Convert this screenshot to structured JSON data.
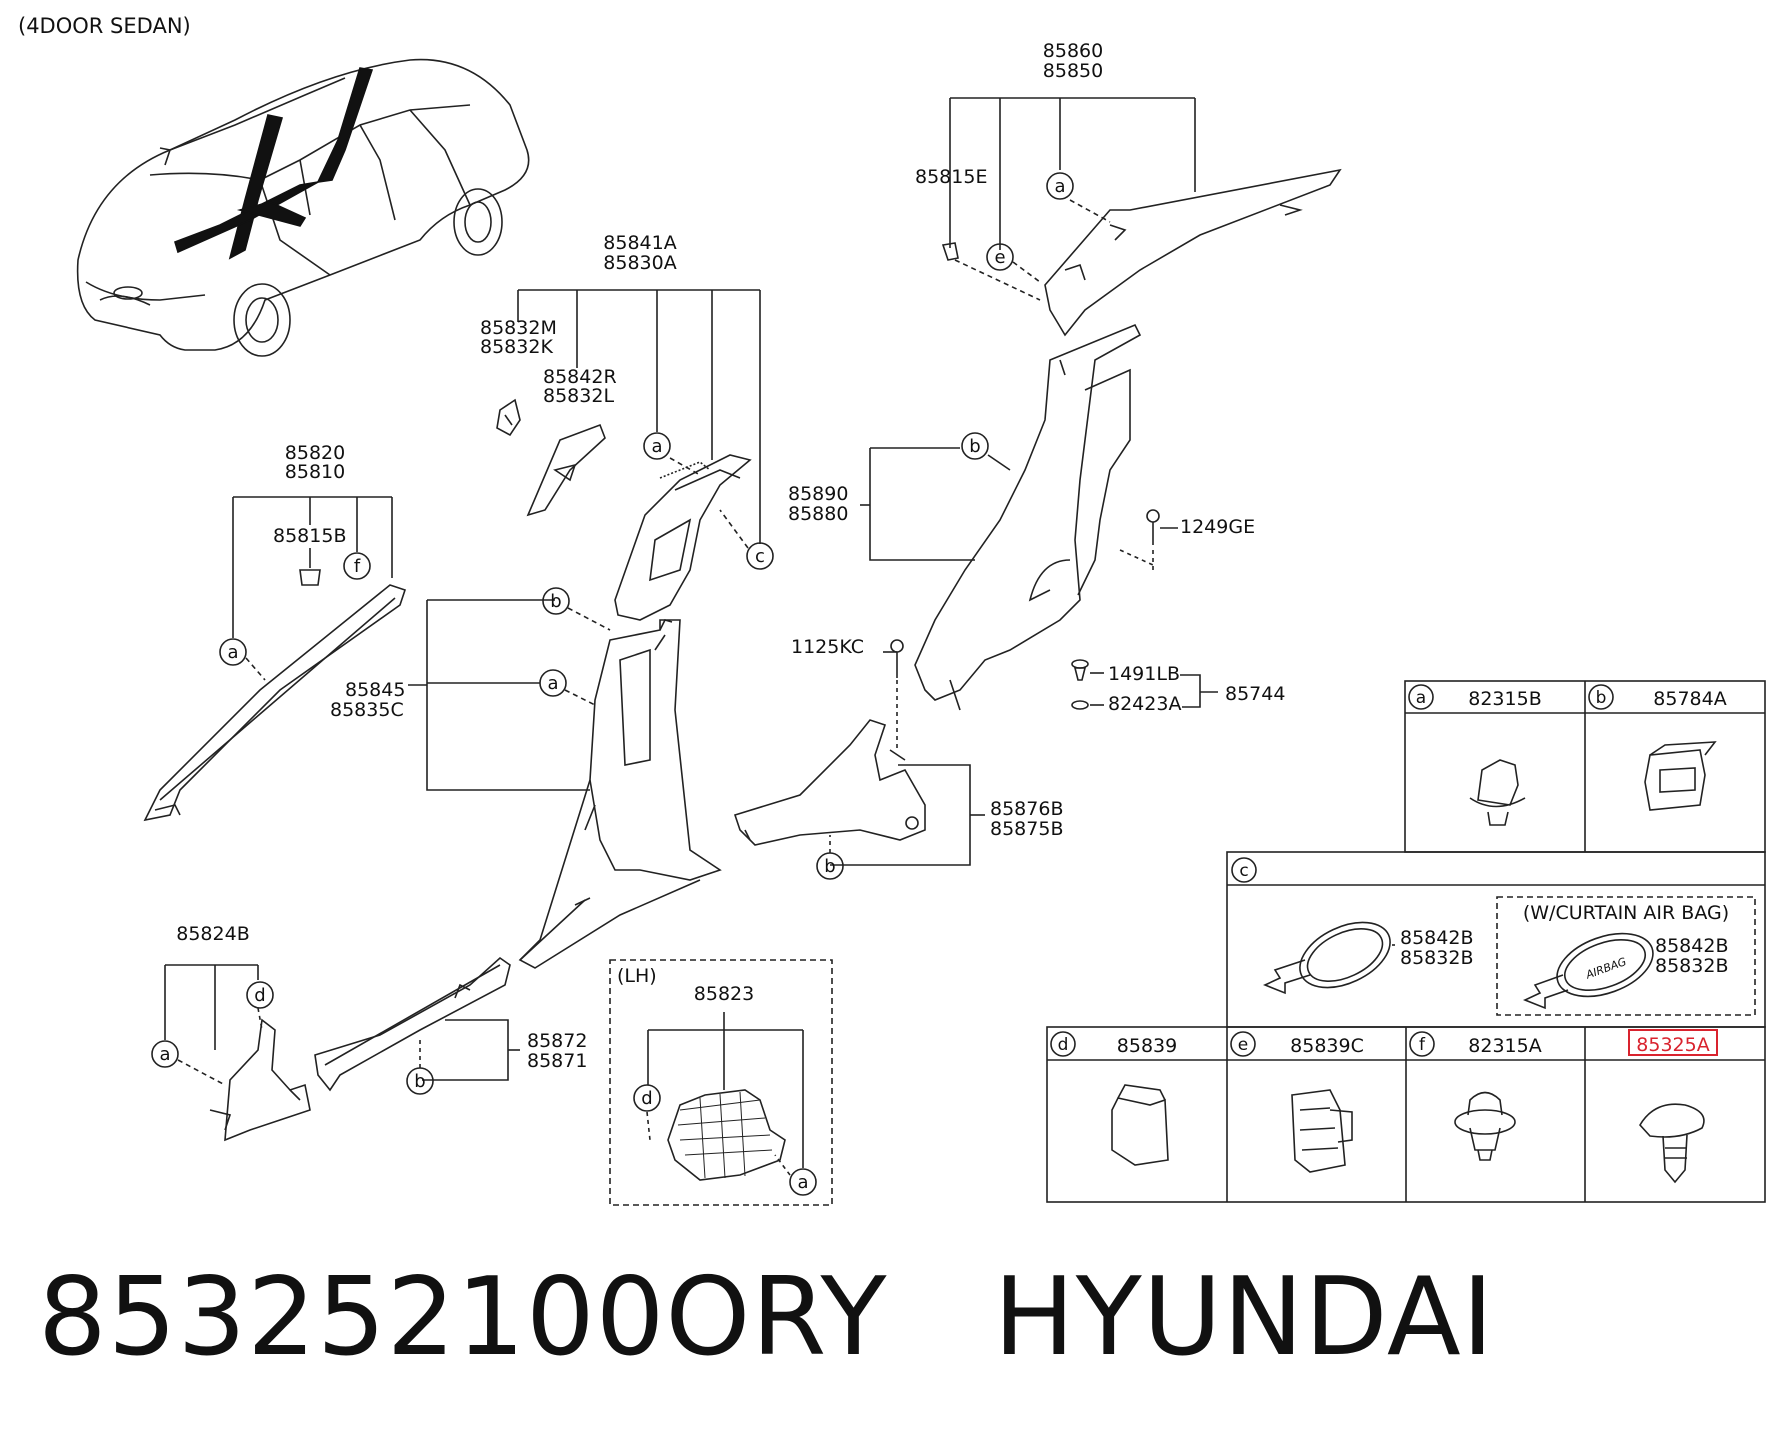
{
  "header": {
    "variant": "(4DOOR SEDAN)"
  },
  "footer": {
    "part_number": "853252100ORY",
    "brand": "HYUNDAI"
  },
  "labels": {
    "l85860": "85860",
    "l85850": "85850",
    "l85815E": "85815E",
    "l85841A": "85841A",
    "l85830A": "85830A",
    "l85832M": "85832M",
    "l85832K": "85832K",
    "l85842R": "85842R",
    "l85832L": "85832L",
    "l85820": "85820",
    "l85810": "85810",
    "l85815B": "85815B",
    "l85890": "85890",
    "l85880": "85880",
    "l1249GE": "1249GE",
    "l1125KC": "1125KC",
    "l1491LB": "1491LB",
    "l82423A": "82423A",
    "l85744": "85744",
    "l85845": "85845",
    "l85835C": "85835C",
    "l85876B": "85876B",
    "l85875B": "85875B",
    "l85824B": "85824B",
    "l85872": "85872",
    "l85871": "85871",
    "lh_title": "(LH)",
    "l85823": "85823"
  },
  "callouts": {
    "a": "a",
    "b": "b",
    "c": "c",
    "d": "d",
    "e": "e",
    "f": "f"
  },
  "table": {
    "a": "82315B",
    "b": "85784A",
    "c_label": "c",
    "c_part1": "85842B",
    "c_part2": "85832B",
    "airbag_title": "(W/CURTAIN AIR BAG)",
    "c_airbag_part1": "85842B",
    "c_airbag_part2": "85832B",
    "d": "85839",
    "e": "85839C",
    "f": "82315A",
    "highlight": "85325A",
    "airbag_logo": "AIRBAG"
  },
  "colors": {
    "line": "#222222",
    "fill": "#ffffff",
    "highlight": "#d9232e"
  }
}
